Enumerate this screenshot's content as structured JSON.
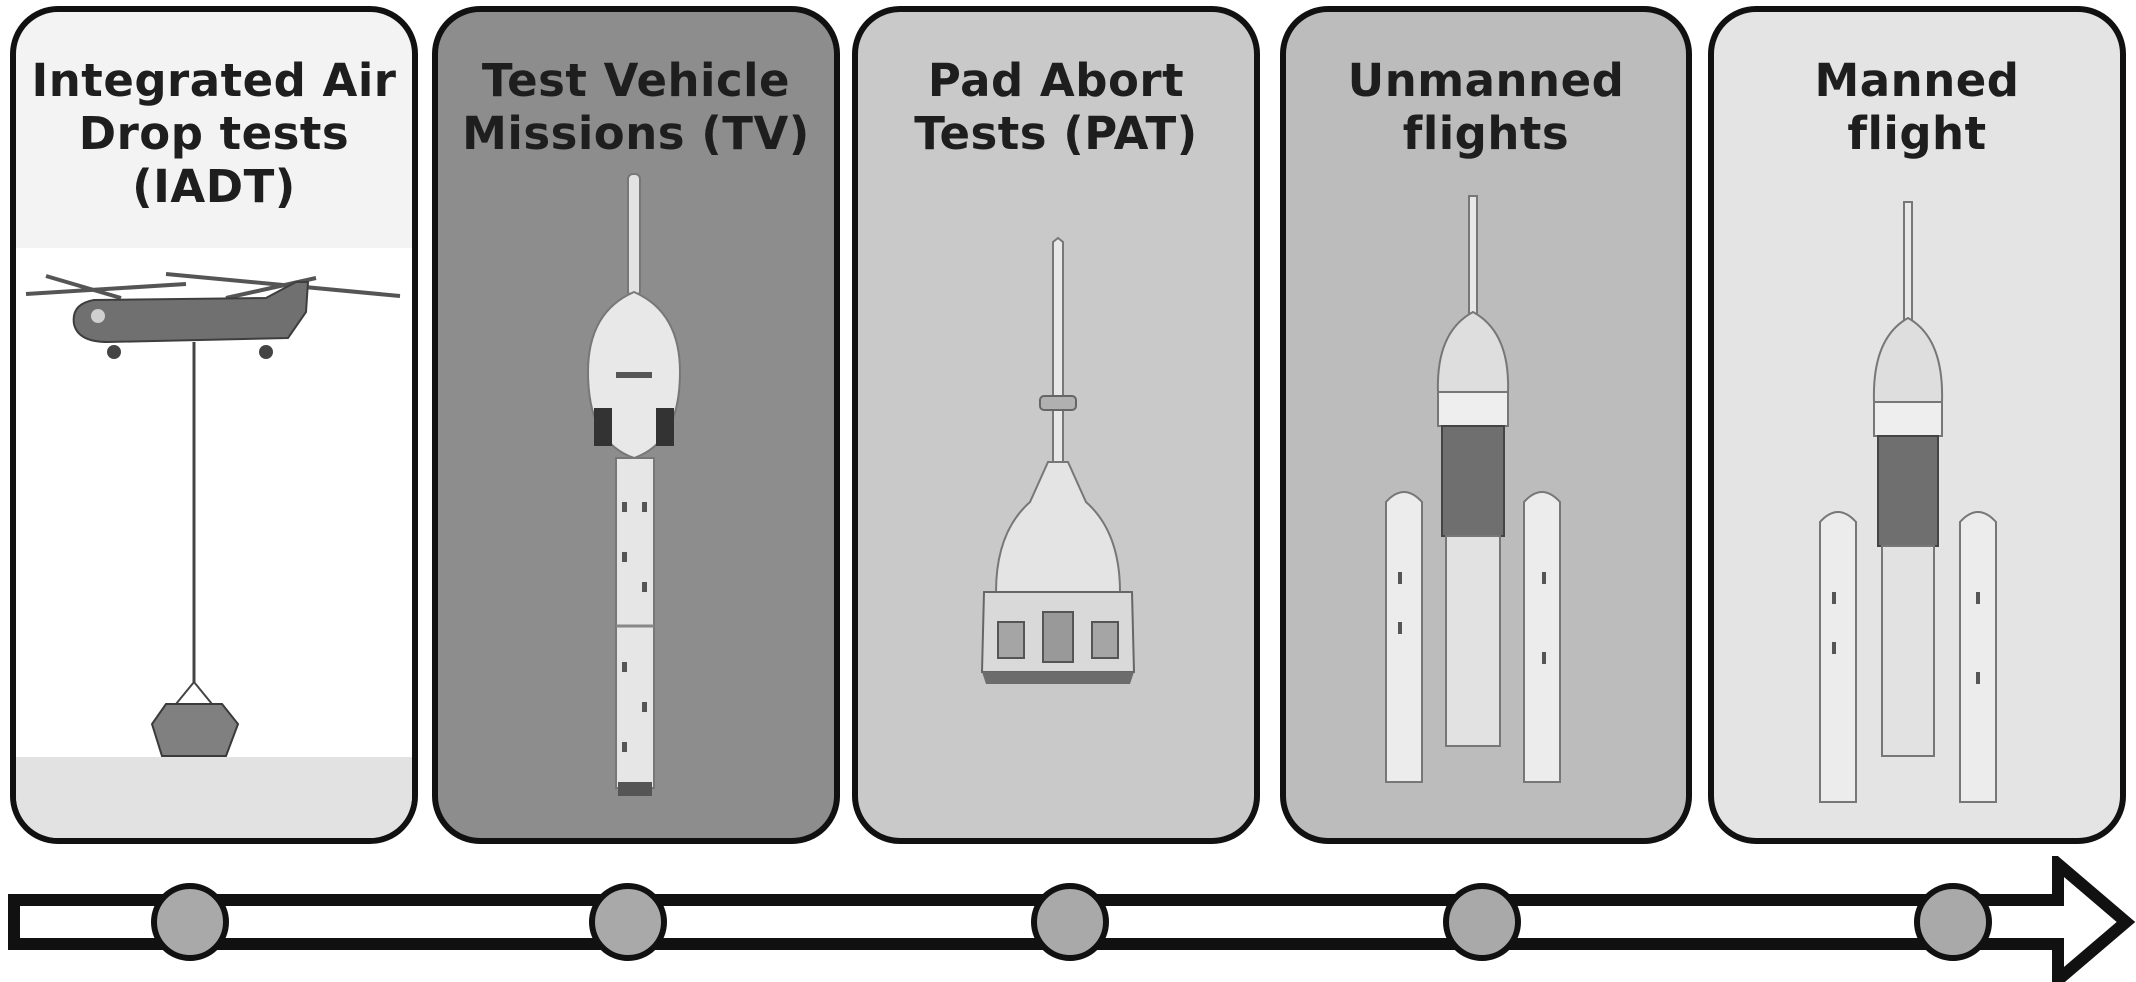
{
  "stages": [
    {
      "title": "Integrated Air\nDrop tests\n(IADT)",
      "icon": "helicopter-airdrop-icon"
    },
    {
      "title": "Test Vehicle\nMissions (TV)",
      "icon": "test-vehicle-rocket-icon"
    },
    {
      "title": "Pad Abort\nTests (PAT)",
      "icon": "pad-abort-capsule-icon"
    },
    {
      "title": "Unmanned\nflights",
      "icon": "unmanned-launch-vehicle-icon"
    },
    {
      "title": "Manned\nflight",
      "icon": "manned-launch-vehicle-icon"
    }
  ],
  "colors": {
    "border": "#111111",
    "timeline_dot": "#a9a9a9"
  }
}
